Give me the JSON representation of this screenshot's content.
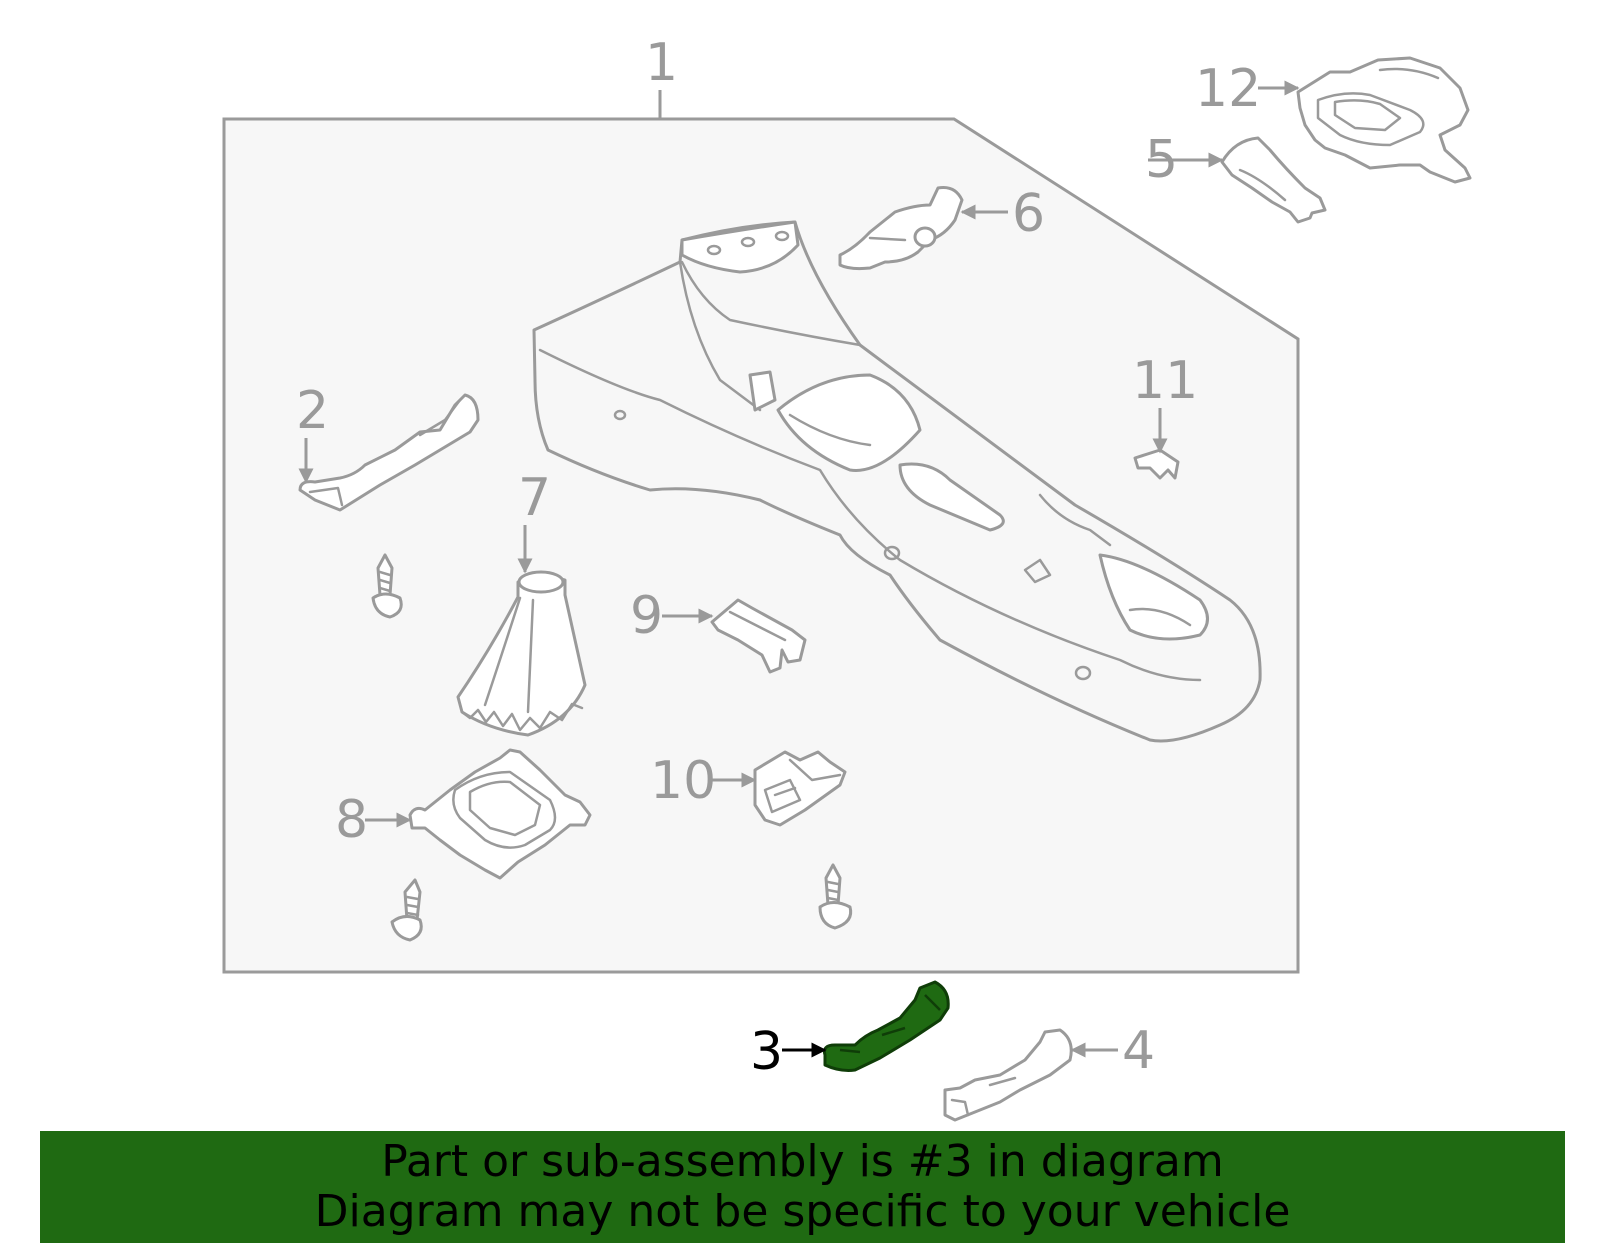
{
  "diagram": {
    "callouts": {
      "c1": "1",
      "c2": "2",
      "c3": "3",
      "c4": "4",
      "c5": "5",
      "c6": "6",
      "c7": "7",
      "c8": "8",
      "c9": "9",
      "c10": "10",
      "c11": "11",
      "c12": "12"
    },
    "highlighted_part": "3",
    "highlight_color": "#1f6a12",
    "line_color": "#9a9a9a",
    "panel_fill": "#f7f7f7"
  },
  "banner": {
    "line1": "Part or sub-assembly is #3 in diagram",
    "line2": "Diagram may not be specific to your vehicle",
    "background": "#1f6a12"
  }
}
